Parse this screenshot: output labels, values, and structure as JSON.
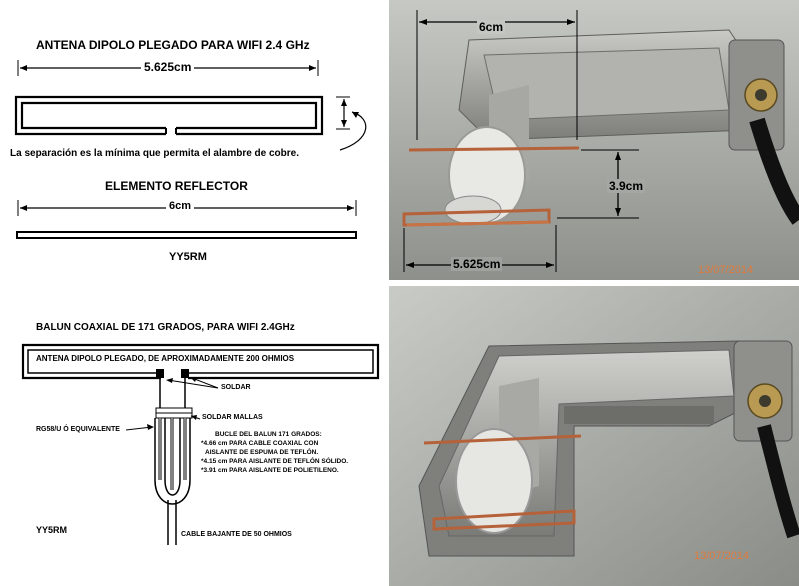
{
  "dipole": {
    "title": "ANTENA DIPOLO PLEGADO PARA WIFI 2.4 GHz",
    "length_label": "5.625cm",
    "note": "La separación es la mínima que permita el alambre de cobre."
  },
  "reflector": {
    "title": "ELEMENTO REFLECTOR",
    "length_label": "6cm",
    "author": "YY5RM"
  },
  "balun": {
    "title": "BALUN COAXIAL DE 171 GRADOS, PARA WIFI 2.4GHz",
    "antenna_box": "ANTENA DIPOLO PLEGADO, DE APROXIMADAMENTE 200 OHMIOS",
    "soldar": "SOLDAR",
    "soldar_mallas": "SOLDAR MALLAS",
    "cable_type": "RG58/U Ó EQUIVALENTE",
    "loop_notes": [
      "BUCLE DEL BALUN 171 GRADOS:",
      "*4.66 cm PARA CABLE COAXIAL CON",
      "AISLANTE DE ESPUMA DE TEFLÓN.",
      "*4.15 cm PARA AISLANTE DE TEFLÓN SÓLIDO.",
      "*3.91 cm PARA AISLANTE DE POLIETILENO."
    ],
    "author": "YY5RM",
    "feed_cable": "CABLE BAJANTE DE 50 OHMIOS"
  },
  "photo_top": {
    "dim_width": "6cm",
    "dim_gap": "3.9cm",
    "dim_dipole": "5.625cm",
    "date": "13/07/2014"
  },
  "photo_bottom": {
    "date": "13/07/2014"
  },
  "colors": {
    "copper": "#b5623a",
    "metal": "#9a9a96",
    "date": "#e07a3a",
    "photo_bg": "#a9aba6"
  }
}
